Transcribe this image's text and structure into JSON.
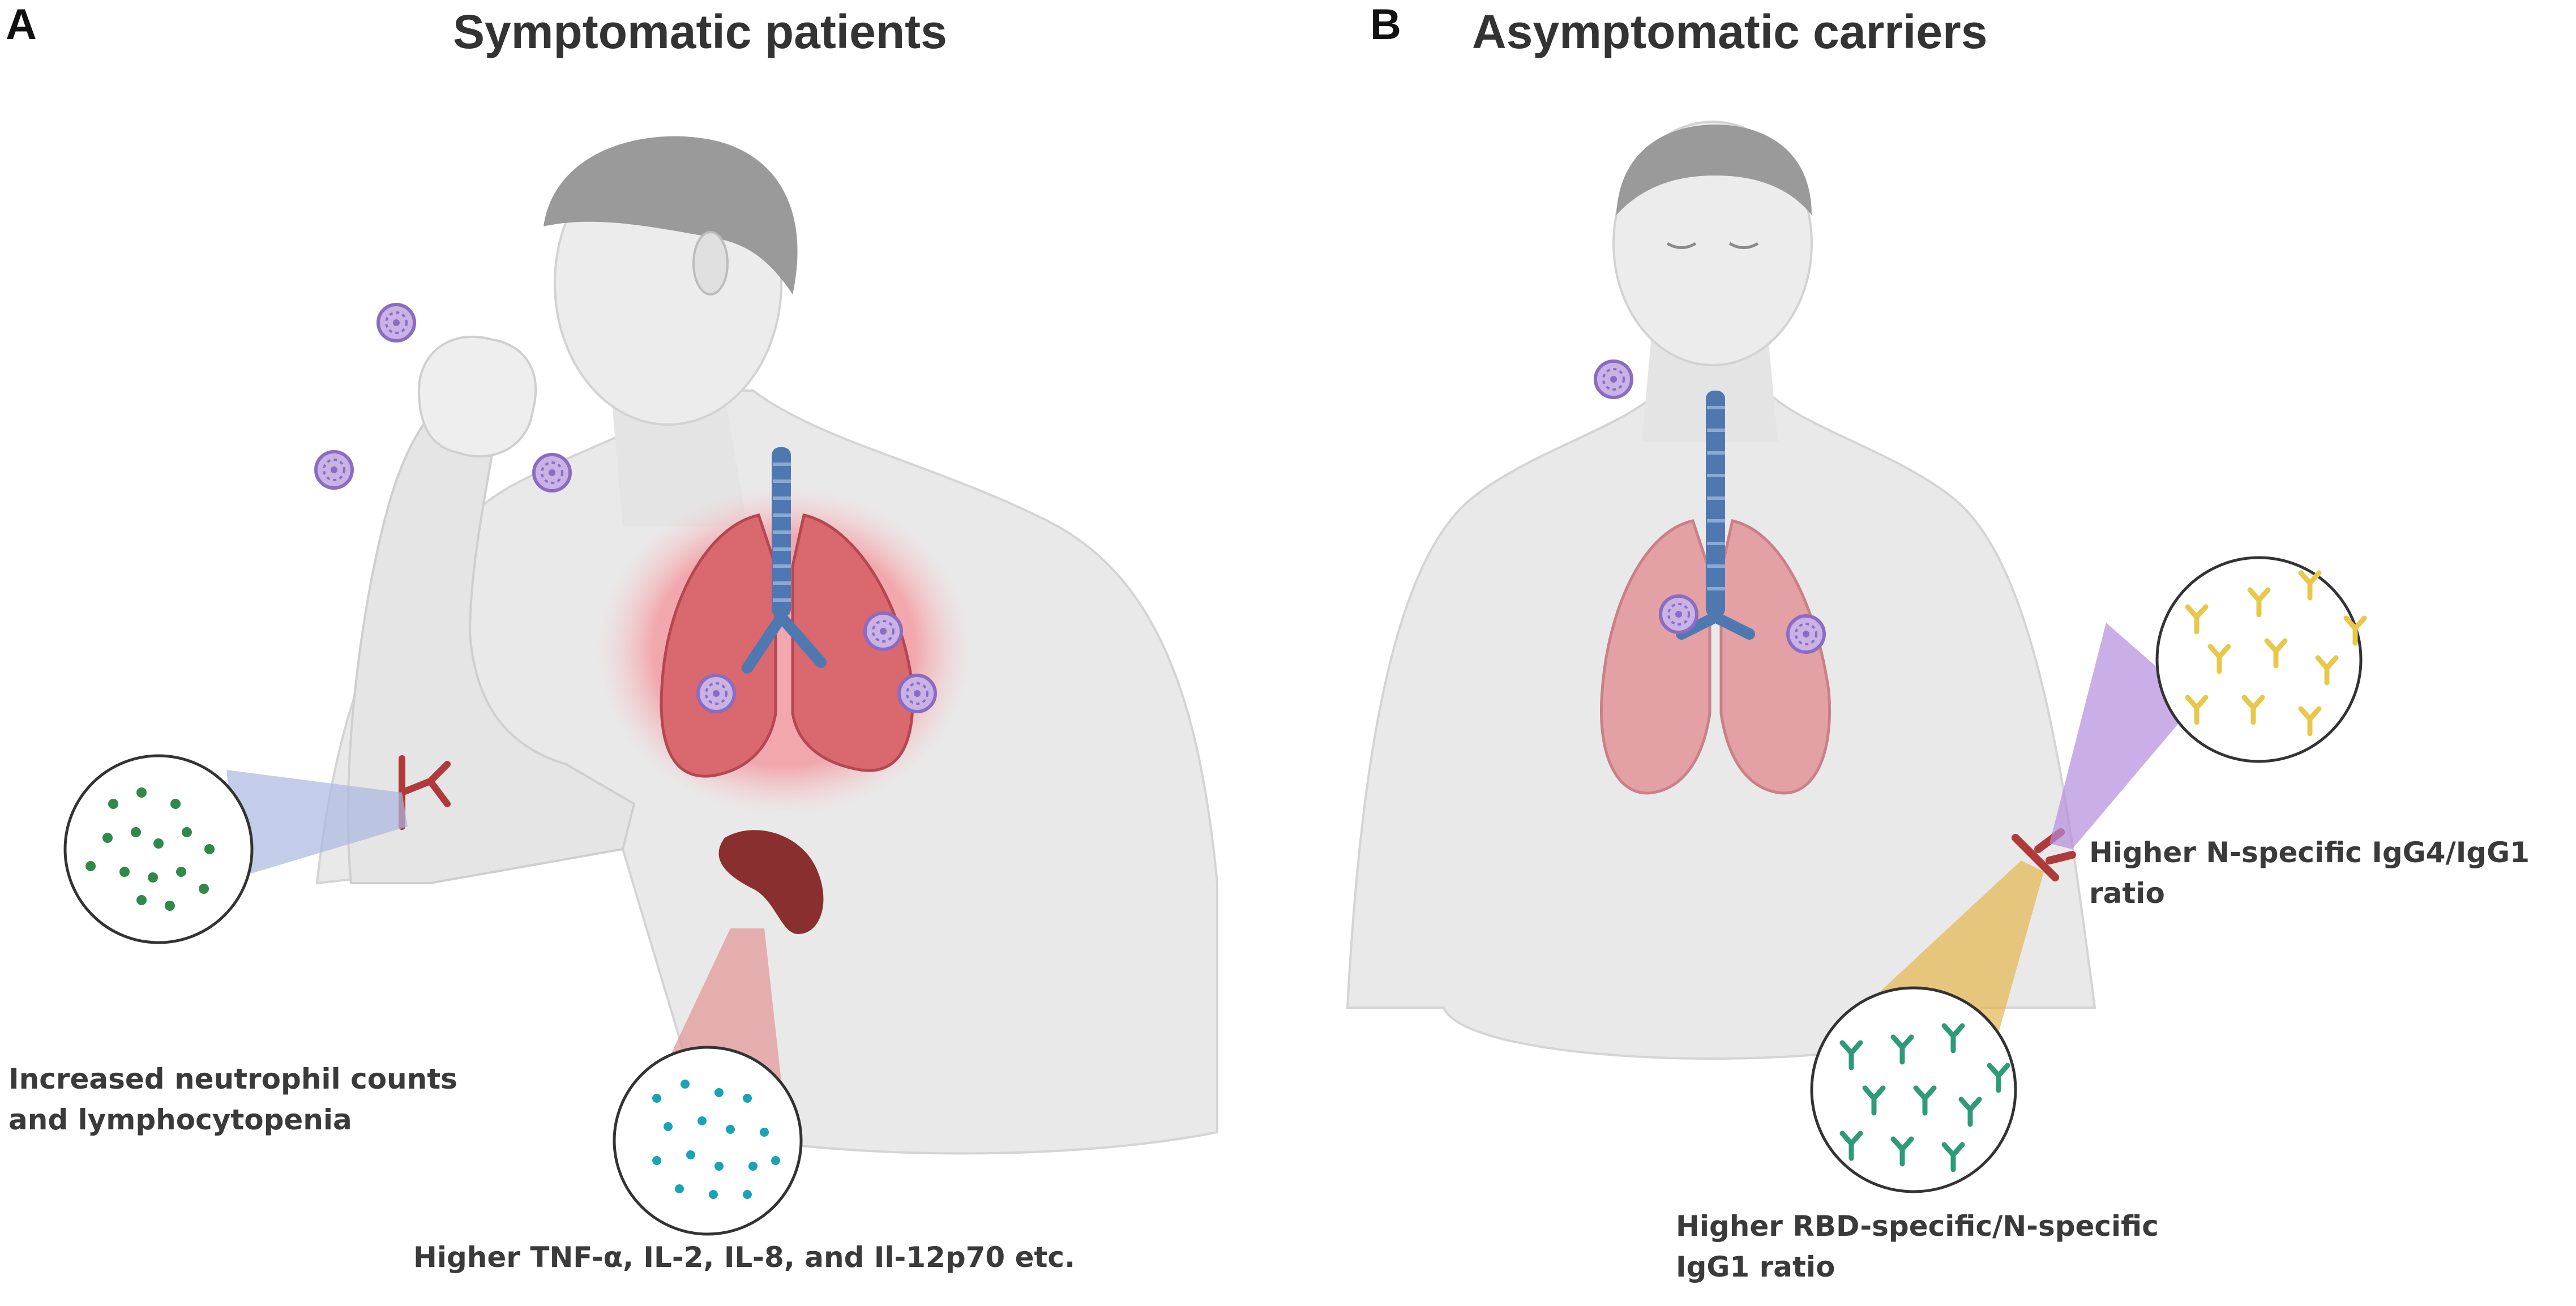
{
  "panels": [
    {
      "letter": "A",
      "title": "Symptomatic patients",
      "annotations": {
        "blood_line1": "Increased neutrophil counts",
        "blood_line2": "and lymphocytopenia",
        "spleen_line1": "Higher TNF-α, IL-2, IL-8, and Il-12p70 etc."
      }
    },
    {
      "letter": "B",
      "title": "Asymptomatic carriers",
      "annotations": {
        "n_line1": "Higher N-specific  IgG4/IgG1",
        "n_line2": "ratio",
        "rbd_line1": "Higher RBD-specific/N-specific",
        "rbd_line2": "IgG1 ratio"
      }
    }
  ],
  "colors": {
    "skin": "#e9e9e9",
    "hair": "#9a9a9a",
    "lung_inflamed": "#d9686f",
    "lung_normal": "#e3a1a5",
    "trachea": "#4f78b0",
    "virus": "#b79ad8",
    "neutrophil": "#2f8a4a",
    "cytokine": "#1aa3b5",
    "igg4": "#e8c84a",
    "igg1": "#2e9a7a",
    "spleen": "#8a2f2f",
    "vessel": "#b03a3a"
  },
  "icons": [
    "virus-icon",
    "blood-vessel-icon",
    "spleen-icon",
    "antibody-icon"
  ]
}
